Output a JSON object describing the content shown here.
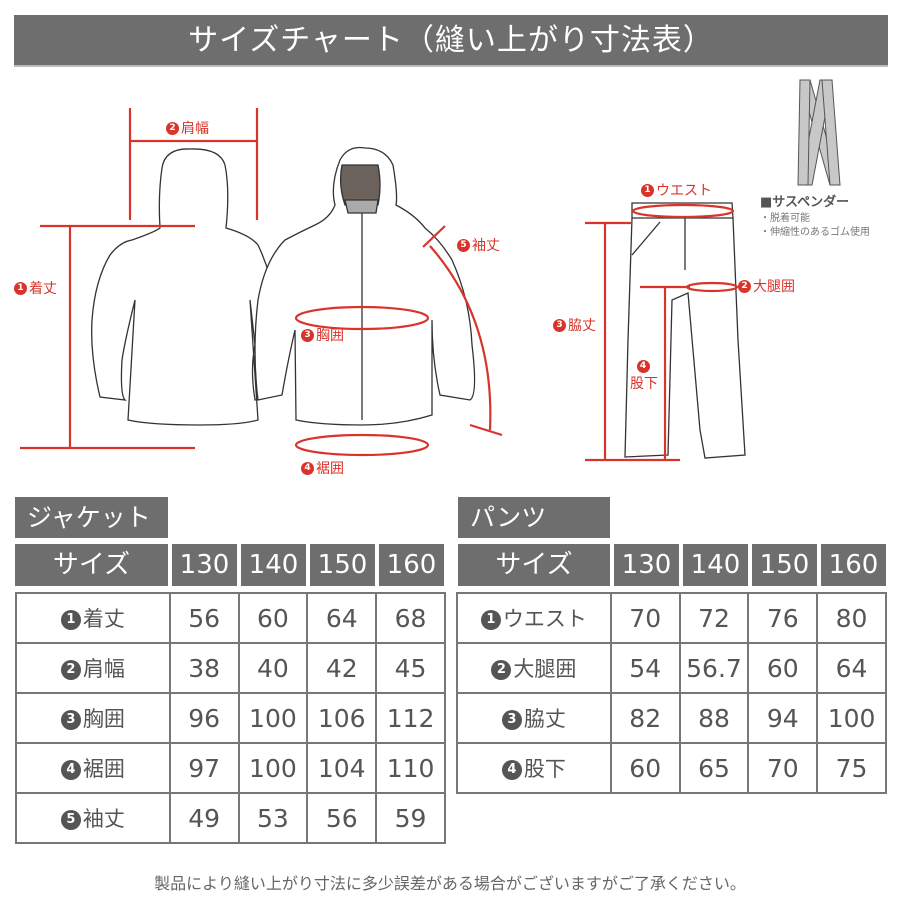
{
  "title": "サイズチャート（縫い上がり寸法表）",
  "illustration": {
    "jacket_labels": [
      {
        "num": "1",
        "text": "着丈"
      },
      {
        "num": "2",
        "text": "肩幅"
      },
      {
        "num": "3",
        "text": "胸囲"
      },
      {
        "num": "4",
        "text": "裾囲"
      },
      {
        "num": "5",
        "text": "袖丈"
      }
    ],
    "pants_labels": [
      {
        "num": "1",
        "text": "ウエスト"
      },
      {
        "num": "2",
        "text": "大腿囲"
      },
      {
        "num": "3",
        "text": "脇丈"
      },
      {
        "num": "4",
        "text": "股下"
      }
    ],
    "suspender": {
      "title": "■サスペンダー",
      "notes": [
        "・脱着可能",
        "・伸縮性のあるゴム使用"
      ]
    }
  },
  "jacket_table": {
    "section_label": "ジャケット",
    "size_header": "サイズ",
    "sizes": [
      "130",
      "140",
      "150",
      "160"
    ],
    "rows": [
      {
        "num": "1",
        "label": "着丈",
        "values": [
          "56",
          "60",
          "64",
          "68"
        ]
      },
      {
        "num": "2",
        "label": "肩幅",
        "values": [
          "38",
          "40",
          "42",
          "45"
        ]
      },
      {
        "num": "3",
        "label": "胸囲",
        "values": [
          "96",
          "100",
          "106",
          "112"
        ]
      },
      {
        "num": "4",
        "label": "裾囲",
        "values": [
          "97",
          "100",
          "104",
          "110"
        ]
      },
      {
        "num": "5",
        "label": "袖丈",
        "values": [
          "49",
          "53",
          "56",
          "59"
        ]
      }
    ]
  },
  "pants_table": {
    "section_label": "パンツ",
    "size_header": "サイズ",
    "sizes": [
      "130",
      "140",
      "150",
      "160"
    ],
    "rows": [
      {
        "num": "1",
        "label": "ウエスト",
        "values": [
          "70",
          "72",
          "76",
          "80"
        ]
      },
      {
        "num": "2",
        "label": "大腿囲",
        "values": [
          "54",
          "56.7",
          "60",
          "64"
        ]
      },
      {
        "num": "3",
        "label": "脇丈",
        "values": [
          "82",
          "88",
          "94",
          "100"
        ]
      },
      {
        "num": "4",
        "label": "股下",
        "values": [
          "60",
          "65",
          "70",
          "75"
        ]
      }
    ]
  },
  "footnote": "製品により縫い上がり寸法に多少誤差がある場合がございますがご了承ください。",
  "colors": {
    "header_gray": "#6e6e6e",
    "accent_red": "#d9342b",
    "text_gray": "#555555"
  }
}
